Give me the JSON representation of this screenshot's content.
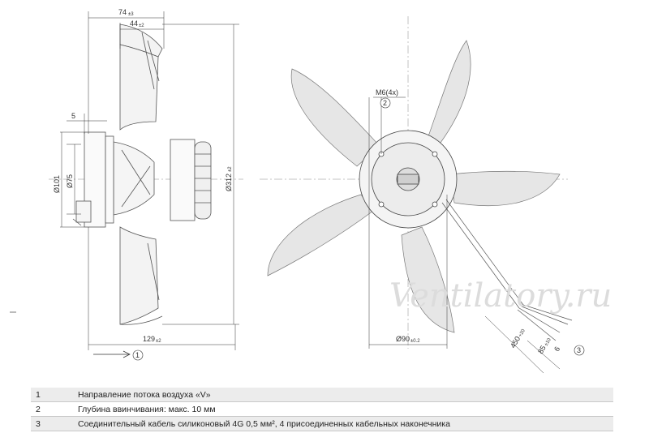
{
  "watermark": "Ventilatory.ru",
  "side_view": {
    "dim_74": "74",
    "dim_74_tol": "±3",
    "dim_44": "44",
    "dim_44_tol": "±2",
    "dim_5": "5",
    "dim_d101": "Ø101",
    "dim_d75": "Ø75",
    "dim_d312": "Ø312",
    "dim_d312_tol": "±2",
    "dim_129": "129",
    "dim_129_tol": "±2",
    "callout_1": "1"
  },
  "front_view": {
    "dim_m6": "M6(4x)",
    "callout_2": "2",
    "dim_d90": "Ø90",
    "dim_d90_tol": "±0.2",
    "dim_450": "450",
    "dim_450_tol": "+20",
    "dim_85": "85",
    "dim_85_tol": "±10",
    "dim_6": "6",
    "callout_3": "3"
  },
  "legend": [
    {
      "num": "1",
      "text": "Направление потока воздуха «V»"
    },
    {
      "num": "2",
      "text": "Глубина ввинчивания: макс. 10 мм"
    },
    {
      "num": "3",
      "text": "Соединительный кабель силиконовый 4G 0,5 мм², 4 присоединенных кабельных наконечника"
    }
  ]
}
